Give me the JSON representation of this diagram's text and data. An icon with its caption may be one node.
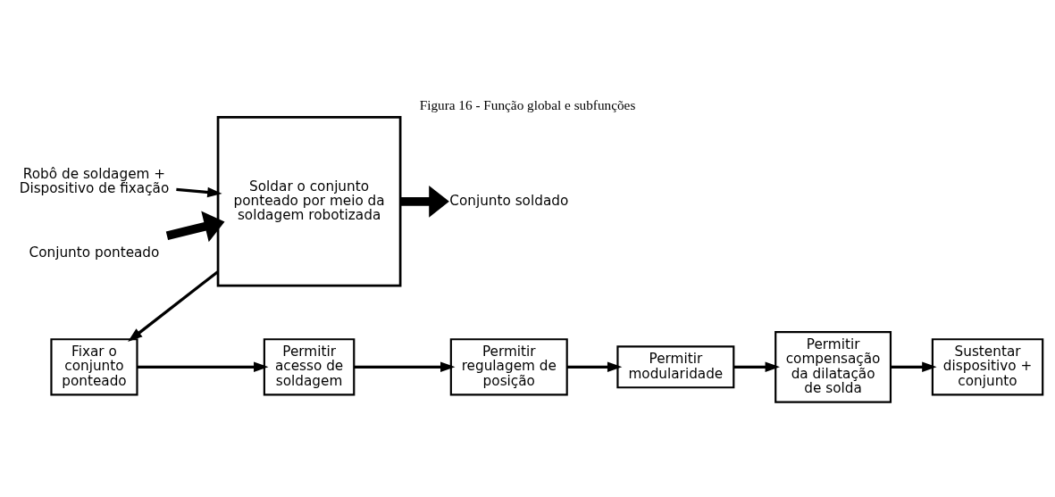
{
  "diagram": {
    "title": "Figura 16 - Função global e subfunções",
    "nodes": [
      {
        "text": [
          "Robô de soldagem + Dispositivo de fixação"
        ]
      },
      {
        "text": [
          "Conjunto ponteado"
        ]
      },
      {
        "text": [
          "Soldar o conjunto ponteado por meio da soldagem robotizada"
        ]
      },
      {
        "text": [
          "Conjunto soldado"
        ]
      },
      {
        "text": [
          "Fixar o conjunto ponteado"
        ]
      },
      {
        "text": [
          "Permitir acesso de soldagem"
        ]
      },
      {
        "text": [
          "Permitir regulagem de posição"
        ]
      },
      {
        "text": [
          "Permitir modularidade"
        ]
      },
      {
        "text": [
          "Permitir compensação da dilatação de solda"
        ]
      },
      {
        "text": [
          "Sustentar dispositivo + conjunto"
        ]
      }
    ],
    "edges": [
      {
        "from": 0,
        "to": 2,
        "arrow": "to"
      },
      {
        "from": 1,
        "to": 2,
        "arrow": "to",
        "style": "thick"
      },
      {
        "from": 2,
        "to": 3,
        "arrow": "to",
        "style": "thick"
      },
      {
        "from": 2,
        "to": 4,
        "arrow": "to"
      },
      {
        "from": 4,
        "to": 5,
        "arrow": "to"
      },
      {
        "from": 5,
        "to": 6,
        "arrow": "to"
      },
      {
        "from": 6,
        "to": 7,
        "arrow": "to"
      },
      {
        "from": 7,
        "to": 8,
        "arrow": "to"
      },
      {
        "from": 8,
        "to": 9,
        "arrow": "to"
      }
    ]
  }
}
